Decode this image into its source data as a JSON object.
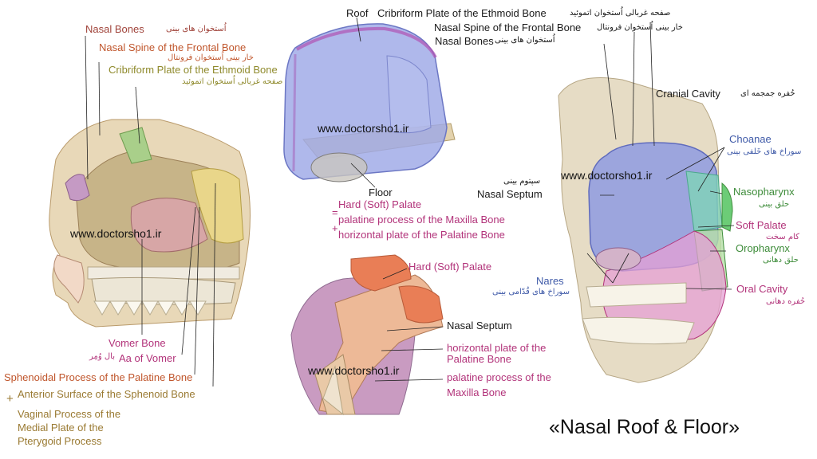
{
  "colors": {
    "brown": "#a0433a",
    "orange": "#c0562c",
    "olive": "#8f8a2c",
    "pink": "#b2337a",
    "tan": "#9a7a32",
    "green": "#3e8c3a",
    "blue": "#3f5aa8",
    "dark": "#1a1a1a"
  },
  "title": "«Nasal Roof & Floor»",
  "watermark": "www.doctorsho1.ir",
  "left": {
    "nasal_bones_en": "Nasal Bones",
    "nasal_bones_fa": "اُستخوان های بینی",
    "nasal_spine_en": "Nasal Spine of the Frontal Bone",
    "nasal_spine_fa": "خار بینی اُستخوان فرونتال",
    "cribriform_en": "Cribriform Plate of the Ethmoid Bone",
    "cribriform_fa": "صفحه غربالی اُستخوان اتموئید",
    "vomer_en": "Vomer Bone",
    "ala_vomer_en": "Aa of Vomer",
    "ala_vomer_fa": "بال وُمِر",
    "sphenoidal_en": "Sphenoidal Process of the Palatine Bone",
    "plus": "+",
    "anterior_sphenoid_en": "Anterior Surface of the Sphenoid Bone",
    "vaginal_1": "Vaginal Process of the",
    "vaginal_2": "Medial Plate of the",
    "vaginal_3": "Pterygoid Process"
  },
  "top_center": {
    "roof": "Roof",
    "floor": "Floor",
    "hard_palate": "Hard (Soft) Palate",
    "equals": "=",
    "plus": "+",
    "palatine_process": "palatine process of the Maxilla Bone",
    "horizontal_plate": "horizontal plate of the Palatine Bone"
  },
  "top_right_labels": {
    "cribriform_en": "Cribriform Plate of the Ethmoid Bone",
    "cribriform_fa": "صفحه غربالی اُستخوان اتموئید",
    "nasal_spine_en": "Nasal Spine of the Frontal Bone",
    "nasal_spine_fa": "خار بینی اُستخوان فرونتال",
    "nasal_bones_en": "Nasal Bones",
    "nasal_bones_fa": "اُستخوان های بینی"
  },
  "bottom_center": {
    "hard_palate": "Hard (Soft) Palate",
    "nasal_septum": "Nasal Septum",
    "horizontal_1": "horizontal plate of the",
    "horizontal_2": "Palatine Bone",
    "palatine_1": "palatine process of the",
    "palatine_2": "Maxilla Bone"
  },
  "right": {
    "cranial_cavity_en": "Cranial Cavity",
    "cranial_cavity_fa": "حُفره جمجمه ای",
    "choanae_en": "Choanae",
    "choanae_fa": "سوراخ های خَلفی بینی",
    "septum_fa": "سپتوم بینی",
    "septum_en": "Nasal Septum",
    "nasopharynx_en": "Nasopharynx",
    "nasopharynx_fa": "حلق بینی",
    "soft_palate_en": "Soft Palate",
    "soft_palate_fa": "کام سخت",
    "oropharynx_en": "Oropharynx",
    "oropharynx_fa": "حلق دهانی",
    "nares_en": "Nares",
    "nares_fa": "سوراخ های قُدّامی بینی",
    "oral_cavity_en": "Oral Cavity",
    "oral_cavity_fa": "حُفره دهانی"
  }
}
